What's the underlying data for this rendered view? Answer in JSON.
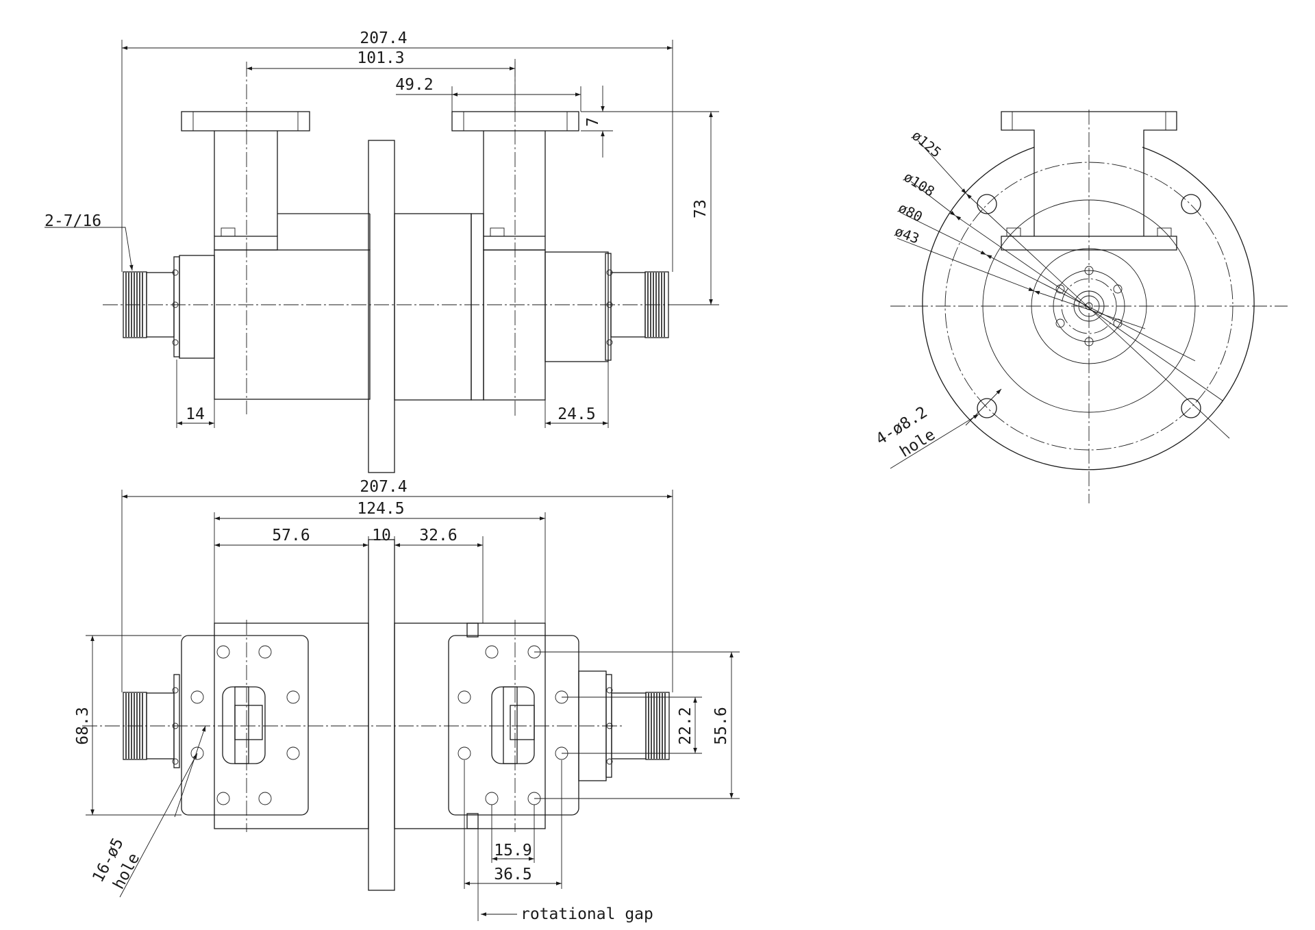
{
  "side_view": {
    "overall_length": "207.4",
    "flange_spacing": "101.3",
    "flange_width": "49.2",
    "flange_thickness": "7",
    "height_to_axis": "73",
    "connector": "2-7/16",
    "left_connector_len": "14",
    "right_connector_len": "24.5"
  },
  "top_view": {
    "overall_length": "207.4",
    "body_length": "124.5",
    "left_len": "57.6",
    "rotor_thickness": "10",
    "right_len": "32.6",
    "left_flange_height": "68.3",
    "right_hole_spacing": "55.6",
    "right_center_spacing": "22.2",
    "hole_callout_line1": "16-ø5",
    "hole_callout_line2": "hole",
    "gap_width": "15.9",
    "gap_total": "36.5",
    "gap_label": "rotational gap"
  },
  "end_view": {
    "dia_1": "ø125",
    "dia_2": "ø108",
    "dia_3": "ø80",
    "dia_4": "ø43",
    "hole_callout_line1": "4-ø8.2",
    "hole_callout_line2": "hole"
  }
}
